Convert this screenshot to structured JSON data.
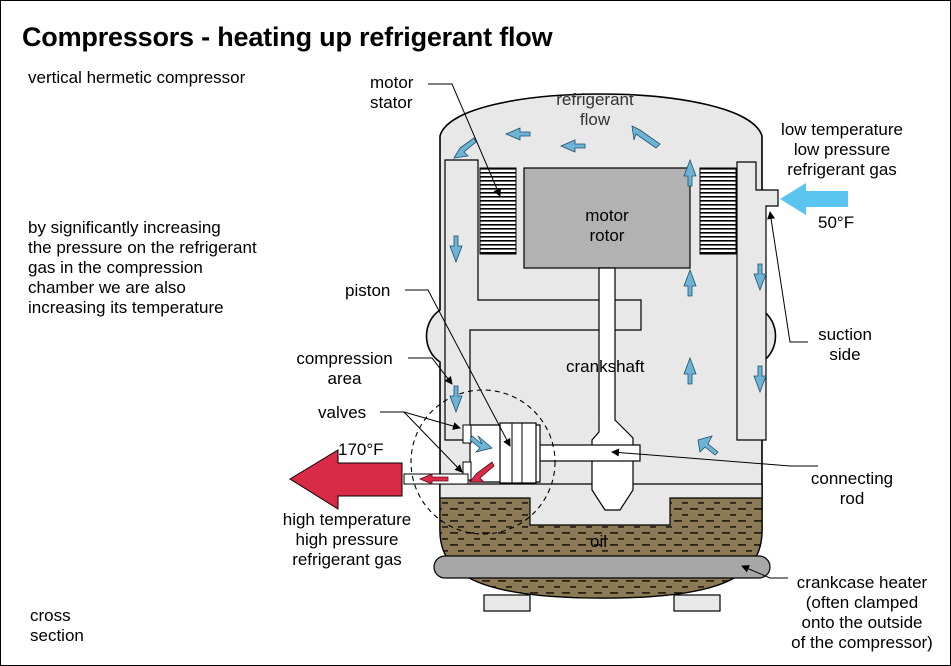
{
  "title": "Compressors -  heating up refrigerant flow",
  "subtitle": "vertical hermetic compressor",
  "description": [
    "by significantly increasing",
    "the pressure on the refrigerant",
    "gas in the compression",
    "chamber we are also",
    "increasing its temperature"
  ],
  "corner_label": [
    "cross",
    "section"
  ],
  "labels": {
    "motor_stator": [
      "motor",
      "stator"
    ],
    "refrigerant_flow": [
      "refrigerant",
      "flow"
    ],
    "motor_rotor": [
      "motor",
      "rotor"
    ],
    "low_gas": [
      "low temperature",
      "low pressure",
      "refrigerant gas"
    ],
    "low_temp_value": "50°F",
    "suction_side": [
      "suction",
      "side"
    ],
    "piston": "piston",
    "compression_area": [
      "compression",
      "area"
    ],
    "crankshaft": "crankshaft",
    "valves": "valves",
    "high_temp_value": "170°F",
    "connecting_rod": [
      "connecting",
      "rod"
    ],
    "high_gas": [
      "high temperature",
      "high pressure",
      "refrigerant gas"
    ],
    "oil": "oil",
    "crankcase_heater": [
      "crankcase heater",
      "(often clamped",
      "onto the outside",
      "of the compressor)"
    ]
  },
  "colors": {
    "shell_fill": "#e8e8e8",
    "rotor_fill": "#b2b2b2",
    "oil_fill": "#8c7a57",
    "flow_arrow": "#6db3d6",
    "inlet_arrow": "#5ac5f0",
    "outlet_arrow": "#d92b47",
    "heater_fill": "#a7a7a7"
  },
  "icons": {
    "inlet": "arrow-left-icon",
    "outlet": "arrow-left-icon",
    "flow": "small-arrow-icon"
  }
}
